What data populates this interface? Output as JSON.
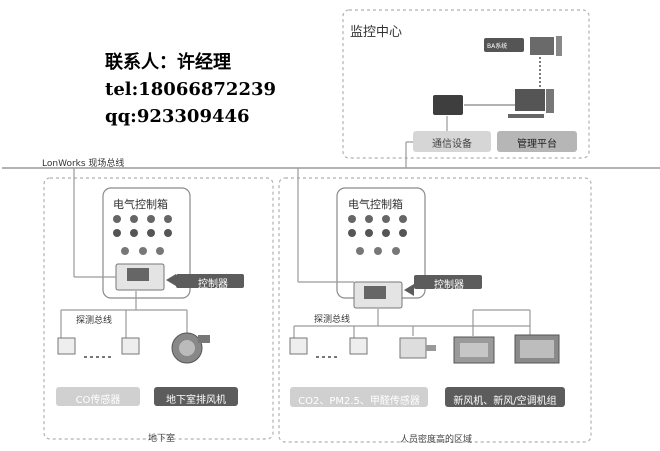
{
  "contact": {
    "name_line": "联系人：许经理",
    "tel_line": "tel:18066872239",
    "qq_line": "qq:923309446"
  },
  "monitor_center": {
    "title": "监控中心",
    "ba_label": "BA系统",
    "comm_device": "通信设备",
    "mgmt_platform": "管理平台"
  },
  "bus": {
    "field_bus": "LonWorks 现场总线"
  },
  "zone_left": {
    "cabinet_title": "电气控制箱",
    "controller": "控制器",
    "probe_bus": "探测总线",
    "sensor_label": "CO传感器",
    "fan_label": "地下室排风机",
    "zone_label": "地下室"
  },
  "zone_right": {
    "cabinet_title": "电气控制箱",
    "controller": "控制器",
    "probe_bus": "探测总线",
    "sensor_label": "CO2、PM2.5、甲醛传感器",
    "unit_label": "新风机、新风/空调机组",
    "zone_label": "人员密度高的区域"
  },
  "colors": {
    "accent_gray": "#5c5c5c",
    "light_gray": "#c8c8c8",
    "line": "#9a9a9a"
  }
}
